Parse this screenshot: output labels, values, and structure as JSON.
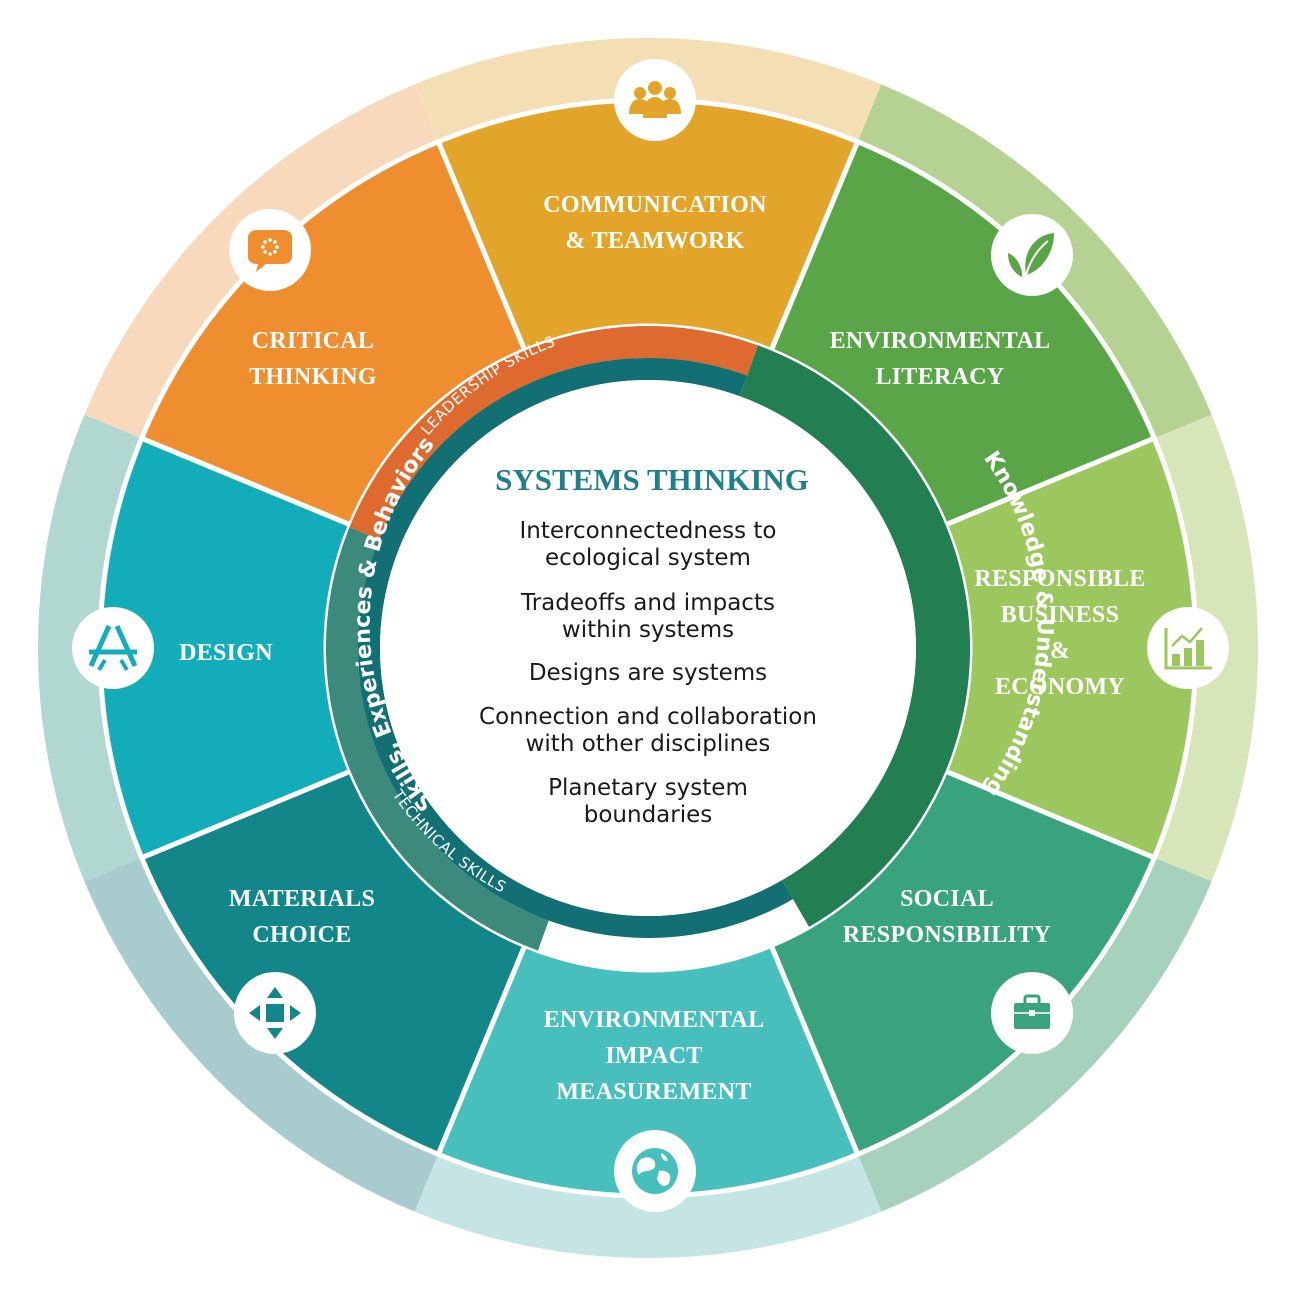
{
  "center": {
    "title": "SYSTEMS THINKING",
    "items": [
      [
        "Interconnectedness to",
        "ecological system"
      ],
      [
        "Tradeoffs and impacts",
        "within systems"
      ],
      [
        "Designs are systems"
      ],
      [
        "Connection and collaboration",
        "with other disciplines"
      ],
      [
        "Planetary system",
        "boundaries"
      ]
    ]
  },
  "rings": {
    "left": "Skills, Experiences & Behaviors",
    "right": "Knowledge & Understanding",
    "top": "LEADERSHIP SKILLS",
    "bottom": "TECHNICAL SKILLS"
  },
  "segments": [
    {
      "id": "communication-teamwork",
      "lines": [
        "COMMUNICATION",
        "& TEAMWORK"
      ],
      "icon": "people-group-icon",
      "color": "#e2a52a",
      "outer": "#f4deb4"
    },
    {
      "id": "environmental-literacy",
      "lines": [
        "ENVIRONMENTAL",
        "LITERACY"
      ],
      "icon": "leaf-icon",
      "color": "#5aa548",
      "outer": "#b6d293"
    },
    {
      "id": "responsible-business-economy",
      "lines": [
        "RESPONSIBLE",
        "BUSINESS",
        "&",
        "ECONOMY"
      ],
      "icon": "bar-chart-icon",
      "color": "#9cc75e",
      "outer": "#d6e6b9"
    },
    {
      "id": "social-responsibility",
      "lines": [
        "SOCIAL",
        "RESPONSIBILITY"
      ],
      "icon": "briefcase-icon",
      "color": "#38a37d",
      "outer": "#a6d2bd"
    },
    {
      "id": "environmental-impact-measurement",
      "lines": [
        "ENVIRONMENTAL",
        "IMPACT",
        "MEASUREMENT"
      ],
      "icon": "globe-icon",
      "color": "#47bfbc",
      "outer": "#c5e5e4"
    },
    {
      "id": "materials-choice",
      "lines": [
        "MATERIALS",
        "CHOICE"
      ],
      "icon": "arrows-move-icon",
      "color": "#138689",
      "outer": "#a8ccce"
    },
    {
      "id": "design",
      "lines": [
        "DESIGN"
      ],
      "icon": "design-tool-icon",
      "color": "#13adb9",
      "outer": "#b1d7d1"
    },
    {
      "id": "critical-thinking",
      "lines": [
        "CRITICAL",
        "THINKING"
      ],
      "icon": "speech-bubble-icon",
      "color": "#ee8e2e",
      "outer": "#f8d9bb"
    }
  ],
  "colors": {
    "inner_top": "#de6a30",
    "inner_left": "#3c8a7c",
    "inner_right": "#217f52",
    "inner_teal": "#126f73",
    "center_title": "#1f7f8a"
  }
}
